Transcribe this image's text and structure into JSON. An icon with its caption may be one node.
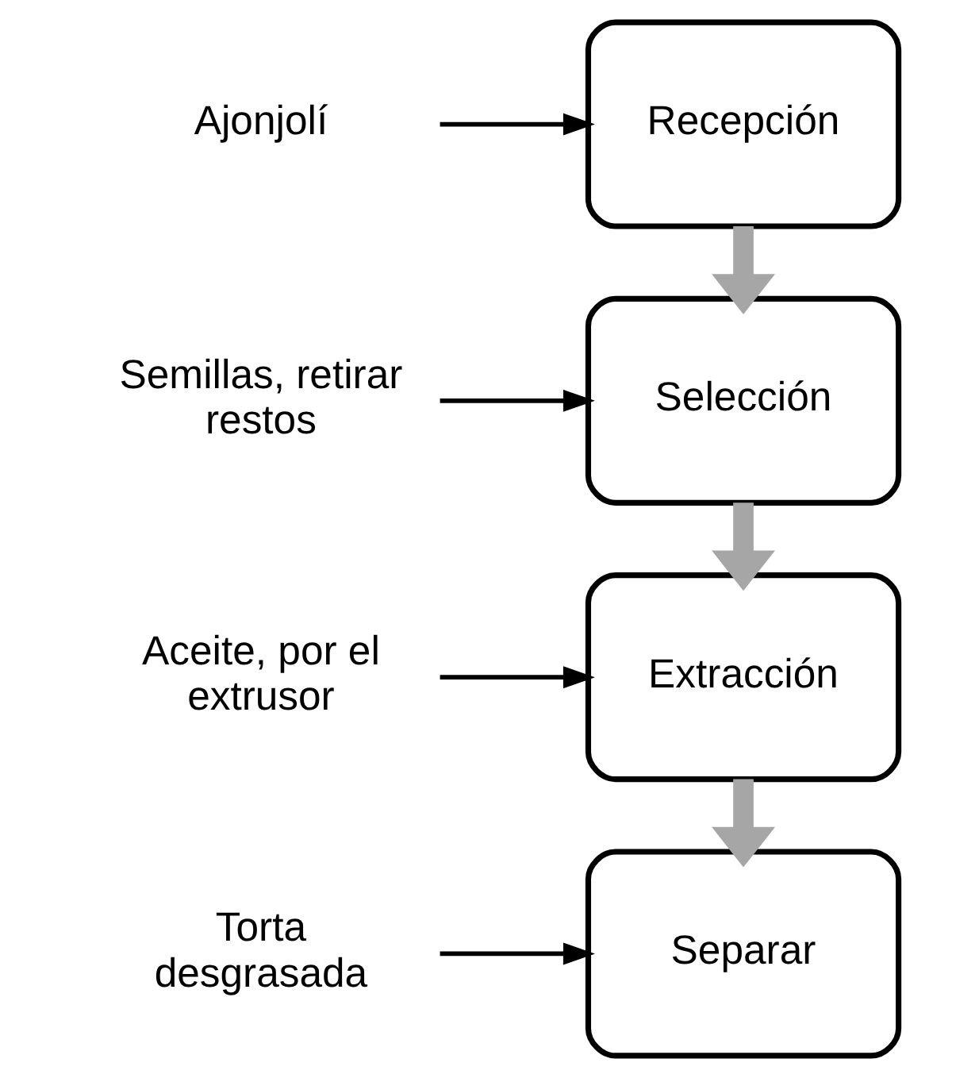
{
  "diagram": {
    "nodes": [
      {
        "text": [
          "Ajonjolí"
        ]
      },
      {
        "text": [
          "Recepción"
        ]
      },
      {
        "text": [
          "Semillas, retirar restos"
        ]
      },
      {
        "text": [
          "Selección"
        ]
      },
      {
        "text": [
          "Aceite, por el extrusor"
        ]
      },
      {
        "text": [
          "Extracción"
        ]
      },
      {
        "text": [
          "Torta desgrasada"
        ]
      },
      {
        "text": [
          "Separar"
        ]
      }
    ],
    "edges": [
      {
        "from": 0,
        "to": 1,
        "arrow": "to"
      },
      {
        "from": 1,
        "to": 3,
        "arrow": "to",
        "style": "thick",
        "color": "#a6a6a6"
      },
      {
        "from": 2,
        "to": 3,
        "arrow": "to"
      },
      {
        "from": 3,
        "to": 5,
        "arrow": "to",
        "style": "thick",
        "color": "#a6a6a6"
      },
      {
        "from": 4,
        "to": 5,
        "arrow": "to"
      },
      {
        "from": 5,
        "to": 7,
        "arrow": "to",
        "style": "thick",
        "color": "#a6a6a6"
      },
      {
        "from": 6,
        "to": 7,
        "arrow": "to"
      }
    ]
  }
}
